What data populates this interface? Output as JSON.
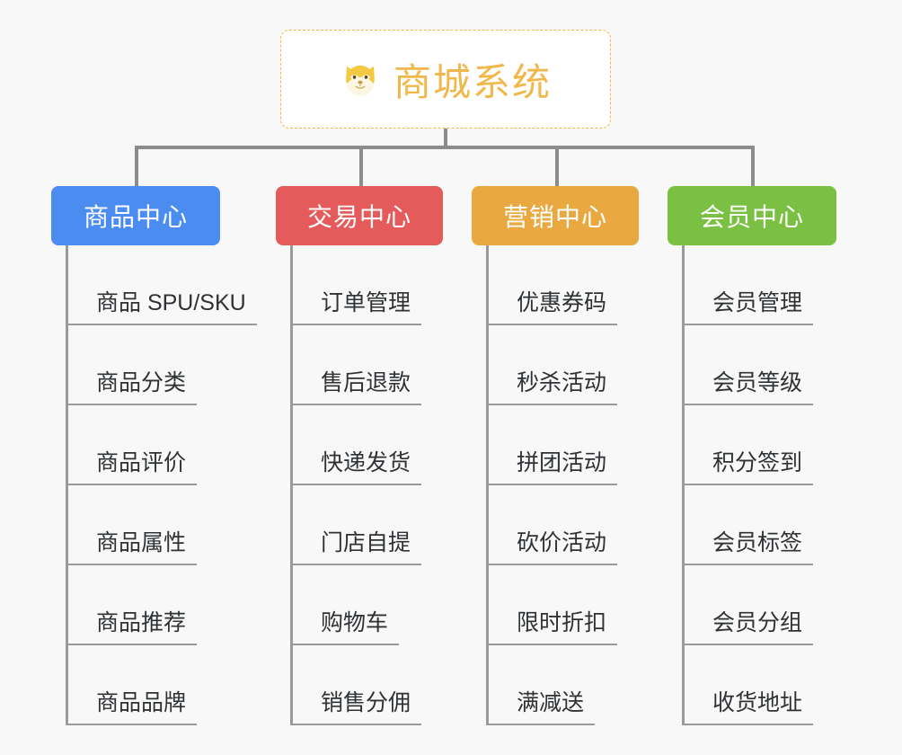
{
  "background_color": "#f8f8f8",
  "root": {
    "icon": "shiba-dog-face-emoji",
    "icon_glyph": "🐶",
    "title": "商城系统",
    "title_color": "#f0b84a",
    "border_color": "#f0b84a",
    "border_style": "dashed"
  },
  "connector_color": "#8c8c8c",
  "categories": [
    {
      "label": "商品中心",
      "color": "#4a8cf0",
      "items": [
        "商品 SPU/SKU",
        "商品分类",
        "商品评价",
        "商品属性",
        "商品推荐",
        "商品品牌"
      ]
    },
    {
      "label": "交易中心",
      "color": "#e55b5b",
      "items": [
        "订单管理",
        "售后退款",
        "快递发货",
        "门店自提",
        "购物车",
        "销售分佣"
      ]
    },
    {
      "label": "营销中心",
      "color": "#eaa940",
      "items": [
        "优惠券码",
        "秒杀活动",
        "拼团活动",
        "砍价活动",
        "限时折扣",
        "满减送"
      ]
    },
    {
      "label": "会员中心",
      "color": "#7ac143",
      "items": [
        "会员管理",
        "会员等级",
        "积分签到",
        "会员标签",
        "会员分组",
        "收货地址"
      ]
    }
  ]
}
